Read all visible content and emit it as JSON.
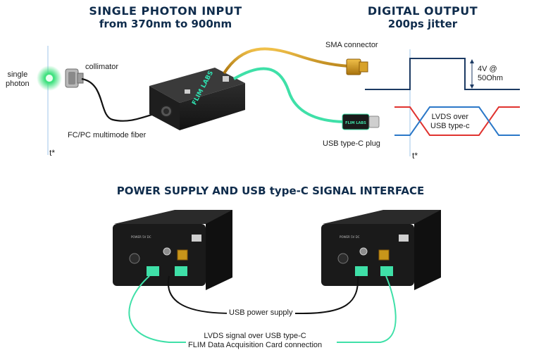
{
  "titles": {
    "input_line1": "SINGLE PHOTON INPUT",
    "input_line2": "from 370nm to 900nm",
    "output_line1": "DIGITAL OUTPUT",
    "output_line2": "200ps jitter",
    "power": "POWER SUPPLY AND USB type-C SIGNAL INTERFACE"
  },
  "labels": {
    "single_photon": "single\nphoton",
    "collimator": "collimator",
    "fiber": "FC/PC multimode fiber",
    "sma_connector": "SMA connector",
    "usb_plug": "USB type-C plug",
    "t_star_left": "t*",
    "t_star_right": "t*",
    "amplitude": "4V @\n50Ohm",
    "lvds": "LVDS over\nUSB type-c",
    "usb_power": "USB power supply",
    "lvds_signal_line1": "LVDS signal over USB type-C",
    "lvds_signal_line2": "FLIM Data Acquisition Card connection"
  },
  "logo": "FLIM LABS",
  "colors": {
    "title": "#0f2c4c",
    "cable_gold": "#c8951a",
    "cable_green": "#3fe0a8",
    "signal_navy": "#1c3a63",
    "lvds_red": "#e0332f",
    "lvds_blue": "#2b78c8",
    "photon_green": "#39e07a",
    "device_body": "#1a1a1a"
  }
}
